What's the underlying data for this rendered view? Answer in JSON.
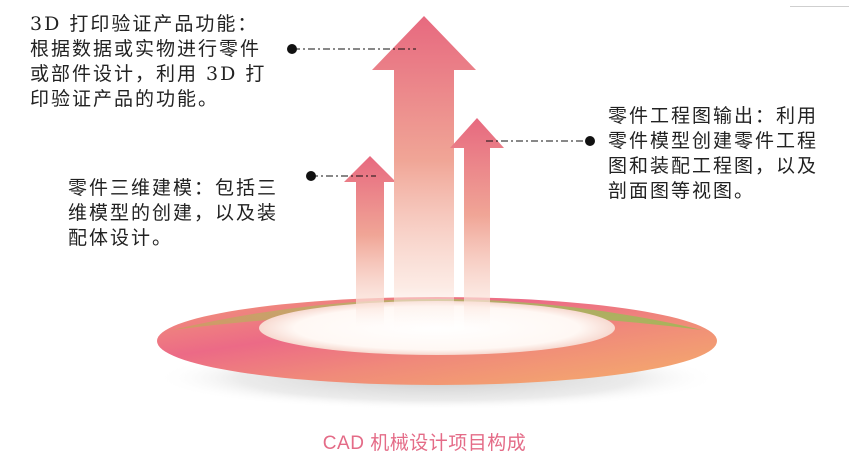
{
  "annotations": [
    {
      "id": "3d-print-verification",
      "text": "3D 打印验证产品功能：根据数据或实物进行零件或部件设计，利用 3D 打印验证产品的功能。"
    },
    {
      "id": "part-engineering-drawing",
      "text": "零件工程图输出：利用零件模型创建零件工程图和装配工程图，以及剖面图等视图。"
    },
    {
      "id": "part-3d-modeling",
      "text": "零件三维建模：包括三维模型的创建，以及装配体设计。"
    }
  ],
  "caption": "CAD 机械设计项目构成",
  "colors": {
    "arrow_top": "#e7697f",
    "arrow_bottom": "#ffffff",
    "ring_pink": "#ec6a86",
    "ring_orange": "#f5a36c",
    "ring_green": "#8fbf4f",
    "caption": "#e46b87",
    "connector": "#111111"
  }
}
